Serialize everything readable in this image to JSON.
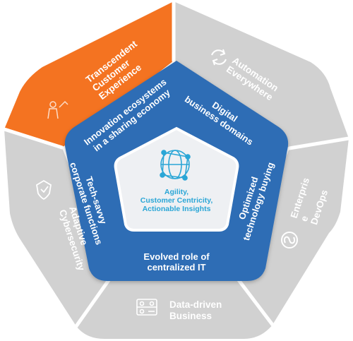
{
  "center": {
    "lines": [
      "Agility,",
      "Customer Centricity,",
      "Actionable Insights"
    ]
  },
  "inner_ring": [
    {
      "lines": [
        "Innovation ecosystems",
        "in a sharing economy"
      ]
    },
    {
      "lines": [
        "Digital",
        "business domains"
      ]
    },
    {
      "lines": [
        "Optimized",
        "technology buying"
      ]
    },
    {
      "lines": [
        "Evolved role of",
        "centralized IT"
      ]
    },
    {
      "lines": [
        "Tech-savvy",
        "corporate functions"
      ]
    }
  ],
  "outer_ring": [
    {
      "lines": [
        "Transcendent",
        "Customer",
        "Experience"
      ],
      "icon": "customer-person-icon",
      "highlighted": true
    },
    {
      "lines": [
        "Automation",
        "Everywhere"
      ],
      "icon": "refresh-cycle-icon",
      "highlighted": false
    },
    {
      "lines": [
        "Enterpris",
        "e",
        "DevOps"
      ],
      "icon": "infinity-loop-icon",
      "highlighted": false
    },
    {
      "lines": [
        "Data-driven",
        "Business"
      ],
      "icon": "dashboard-icon",
      "highlighted": false
    },
    {
      "lines": [
        "Adaptive",
        "Cybersecurity"
      ],
      "icon": "shield-icon",
      "highlighted": false
    }
  ],
  "colors": {
    "outer_gray": "#d1d1d1",
    "outer_highlight": "#f47321",
    "outer_border": "#ffffff",
    "inner_blue": "#2e6db5",
    "core_bg": "#eef0f3",
    "core_accent": "#2aa6d6"
  }
}
